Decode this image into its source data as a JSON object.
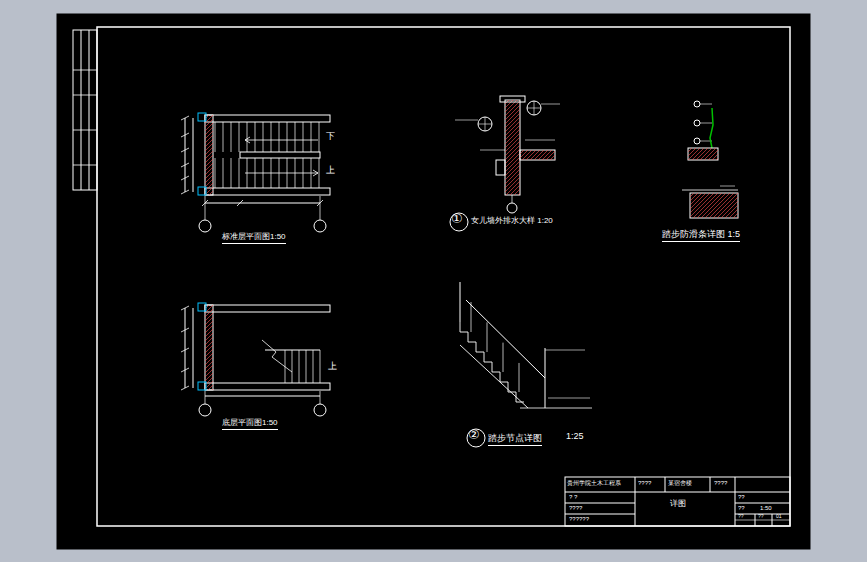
{
  "diagram": {
    "labels": [
      "标准层平面图1:50",
      "下",
      "上",
      "底层平面图1:50",
      "上",
      "①",
      "女儿墙外排水大样 1:20",
      "踏步防滑条详图 1:5",
      "②",
      "踏步节点详图",
      "1:25",
      "贵州学院土木工程系",
      "????",
      "某宿舍楼",
      "????",
      "? ?",
      "????",
      "??????",
      "详图",
      "??",
      "??",
      "1:50",
      "??",
      "??",
      "01"
    ]
  }
}
